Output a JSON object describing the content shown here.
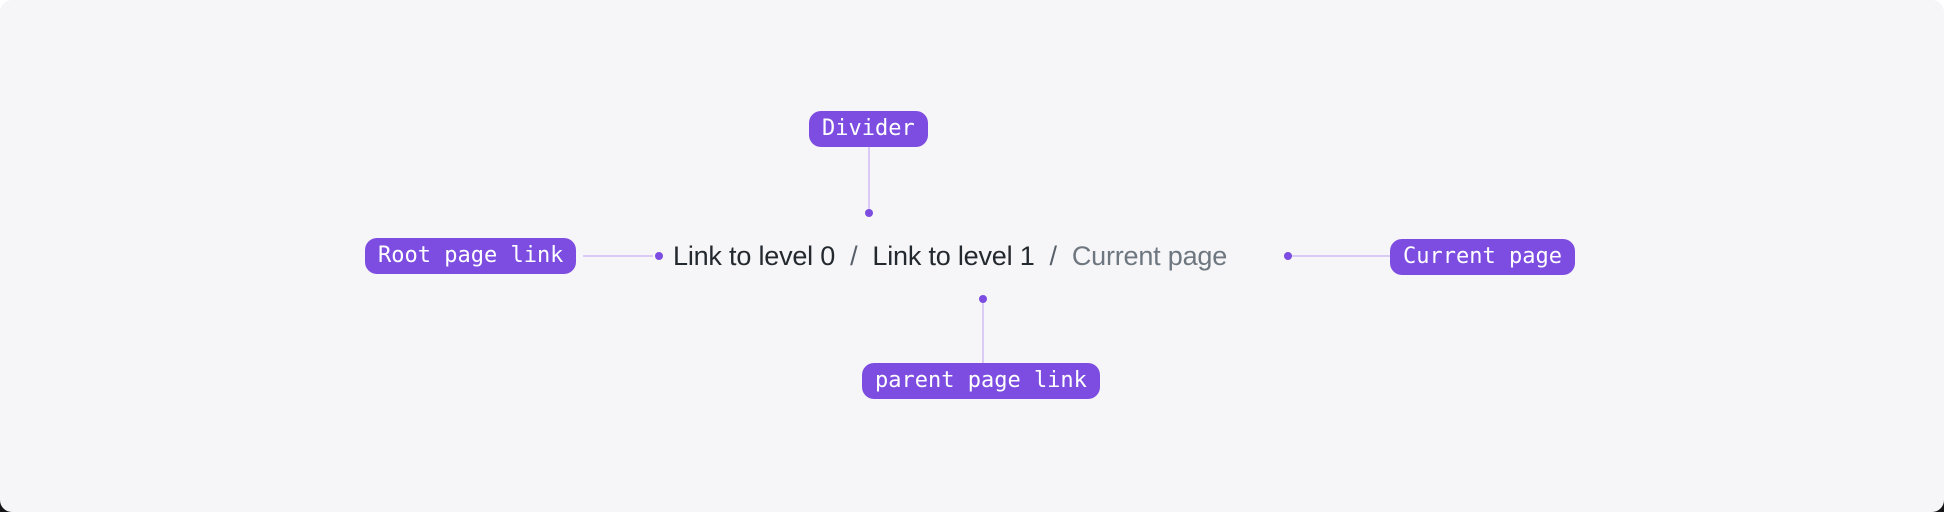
{
  "breadcrumb": {
    "divider": "/",
    "items": [
      {
        "label": "Link to level 0",
        "type": "link"
      },
      {
        "label": "Link to level 1",
        "type": "link"
      },
      {
        "label": "Current page",
        "type": "current"
      }
    ]
  },
  "annotations": {
    "divider": {
      "label": "Divider"
    },
    "root": {
      "label": "Root page link"
    },
    "current": {
      "label": "Current page"
    },
    "parent": {
      "label": "parent page link"
    }
  },
  "colors": {
    "accent_purple": "#7d4ce0",
    "connector": "#d9cbf5",
    "dot": "#7d4ce0",
    "panel_bg": "#f6f6f8",
    "page_top": "#ffffff",
    "page_bottom": "#161618",
    "link_text": "#24292f",
    "divider_text": "#57606a",
    "current_text": "#6e7780",
    "pill_text": "#ffffff"
  }
}
